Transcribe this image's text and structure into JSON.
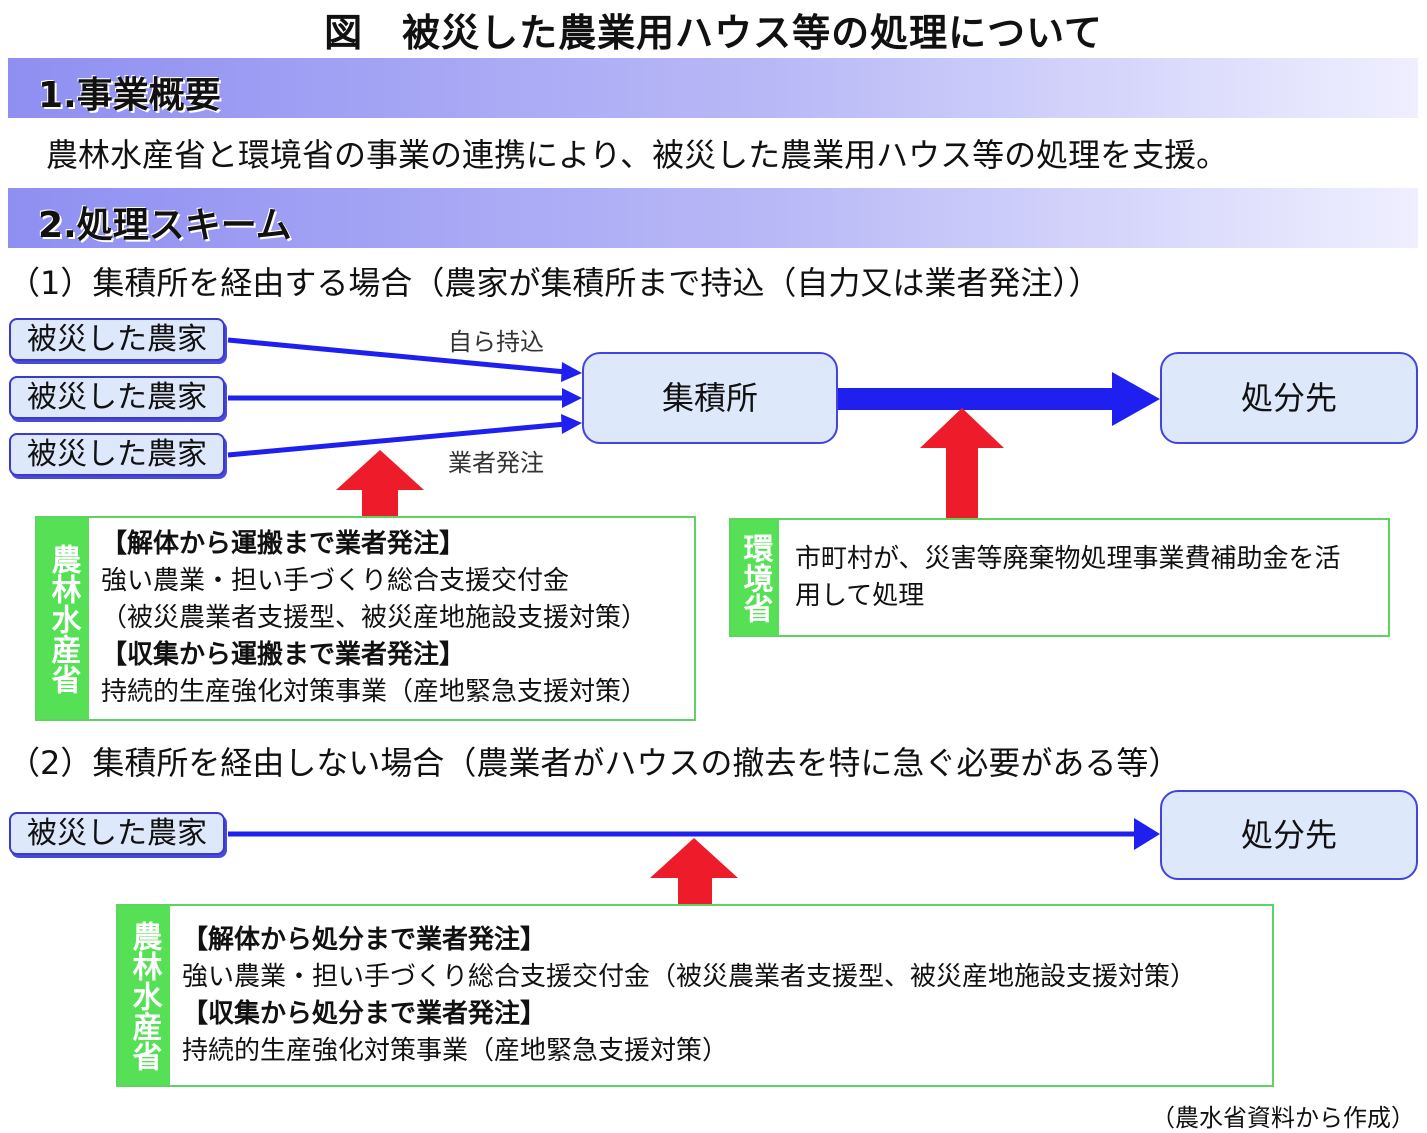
{
  "title": "図　被災した農業用ハウス等の処理について",
  "section1": {
    "heading": "1.事業概要",
    "summary": "農林水産省と環境省の事業の連携により、被災した農業用ハウス等の処理を支援。"
  },
  "section2": {
    "heading": "2.処理スキーム",
    "case1": {
      "heading": "（1）集積所を経由する場合（農家が集積所まで持込（自力又は業者発注））",
      "farms": [
        "被災した農家",
        "被災した農家",
        "被災した農家"
      ],
      "edge_self": "自ら持込",
      "edge_contractor": "業者発注",
      "hub": "集積所",
      "destination": "処分先",
      "maff": {
        "ministry": "農林水産省",
        "lines": [
          "【解体から運搬まで業者発注】",
          "強い農業・担い手づくり総合支援交付金",
          "（被災農業者支援型、被災産地施設支援対策）",
          "【収集から運搬まで業者発注】",
          "持続的生産強化対策事業（産地緊急支援対策）"
        ]
      },
      "moe": {
        "ministry": "環境省",
        "lines": [
          "市町村が、災害等廃棄物処理事業費補助金を活",
          "用して処理"
        ]
      }
    },
    "case2": {
      "heading": "（2）集積所を経由しない場合（農業者がハウスの撤去を特に急ぐ必要がある等）",
      "farm": "被災した農家",
      "destination": "処分先",
      "maff": {
        "ministry": "農林水産省",
        "lines": [
          "【解体から処分まで業者発注】",
          "強い農業・担い手づくり総合支援交付金（被災農業者支援型、被災産地施設支援対策）",
          "【収集から処分まで業者発注】",
          "持続的生産強化対策事業（産地緊急支援対策）"
        ]
      }
    }
  },
  "source": "（農水省資料から作成）",
  "colors": {
    "flow_arrow": "#1f1ff0",
    "support_arrow": "#ee1b2a",
    "ministry_tab": "#55e055",
    "box_fill": "#dde8fb",
    "box_border": "#3a3ad0"
  }
}
